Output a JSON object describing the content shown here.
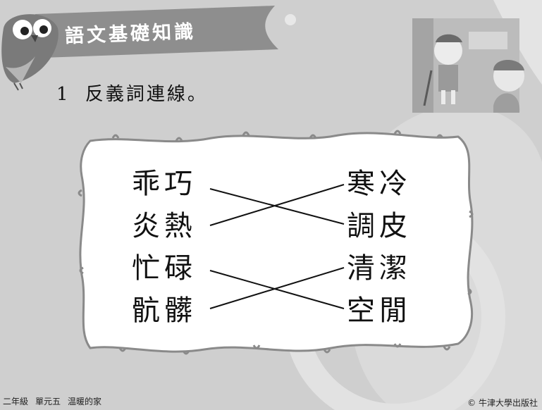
{
  "banner": {
    "title": "語文基礎知識"
  },
  "exercise": {
    "number": "1",
    "instruction": "反義詞連線。",
    "left_words": [
      "乖巧",
      "炎熱",
      "忙碌",
      "骯髒"
    ],
    "right_words": [
      "寒冷",
      "調皮",
      "清潔",
      "空閒"
    ]
  },
  "footer": {
    "grade": "二年級",
    "unit": "單元五",
    "unit_title": "温暖的家",
    "copyright": "© 牛津大學出版社"
  },
  "colors": {
    "background": "#cfcfcf",
    "board": "#ffffff",
    "board_border": "#8a8a8a",
    "banner": "#8e8e8e"
  }
}
